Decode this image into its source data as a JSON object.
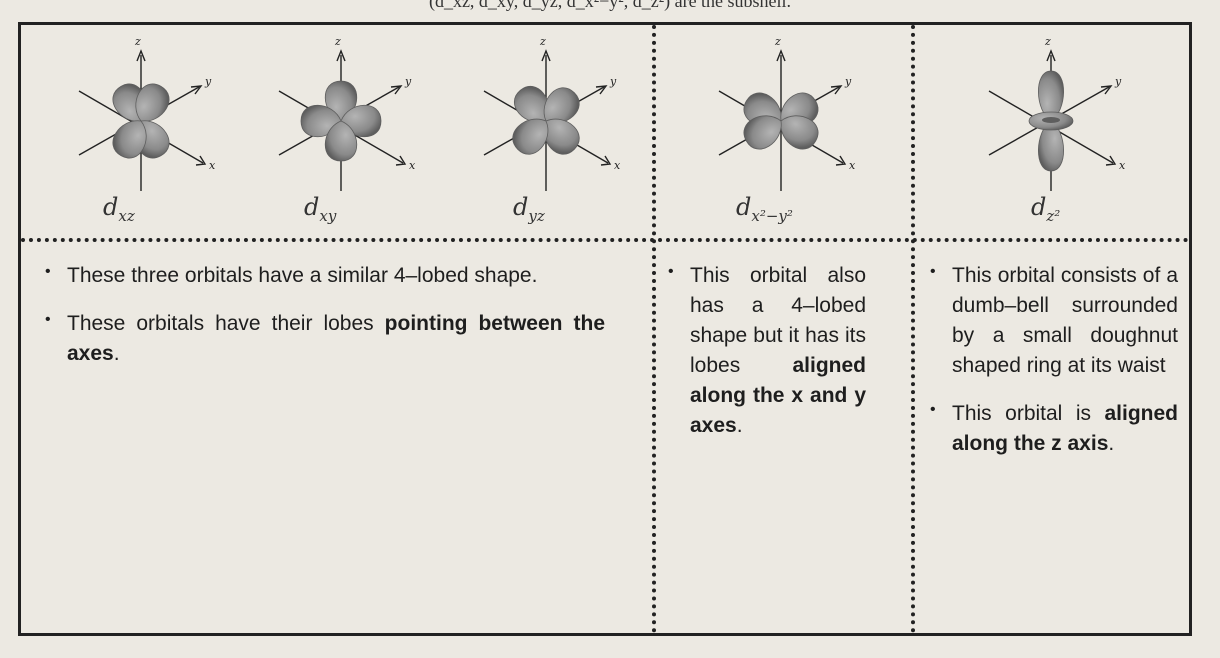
{
  "header": {
    "partial_text": "(d_xz, d_xy, d_yz, d_x²−y², d_z²) are the subshell."
  },
  "orbitals": [
    {
      "name": "d",
      "sub": "xz",
      "sup": ""
    },
    {
      "name": "d",
      "sub": "xy",
      "sup": ""
    },
    {
      "name": "d",
      "sub": "yz",
      "sup": ""
    },
    {
      "name": "d",
      "sub": "x²−y²",
      "sup": ""
    },
    {
      "name": "d",
      "sub": "z²",
      "sup": ""
    }
  ],
  "axes": {
    "x": "x",
    "y": "y",
    "z": "z"
  },
  "colors": {
    "lobe": "#8a8a8a",
    "lobe_dark": "#5e5e5e",
    "border": "#222222"
  },
  "group1": {
    "bullet1": "These three orbitals have a similar 4–lobed shape.",
    "bullet2_plain": "These orbitals have their lobes ",
    "bullet2_bold": "pointing between the axes",
    "bullet2_end": "."
  },
  "group2": {
    "bullet1_plain": "This orbital also has a 4–lobed shape but it has its lobes ",
    "bullet1_bold": "aligned along the x and y axes",
    "bullet1_end": "."
  },
  "group3": {
    "bullet1": "This orbital consists of a dumb–bell surrounded by a small doughnut shaped ring at its waist",
    "bullet2_plain": "This orbital is ",
    "bullet2_bold": "aligned along the z axis",
    "bullet2_end": "."
  }
}
